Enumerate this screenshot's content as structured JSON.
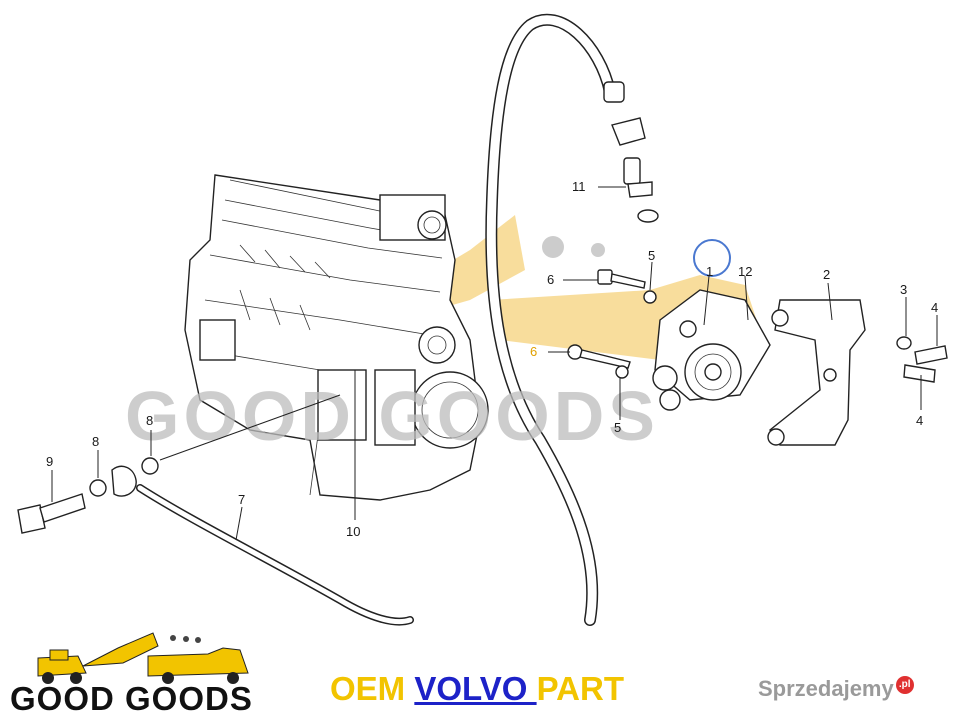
{
  "callouts": [
    "1",
    "2",
    "3",
    "4",
    "4",
    "5",
    "5",
    "6",
    "6",
    "7",
    "8",
    "8",
    "9",
    "10",
    "11",
    "12"
  ],
  "watermark": {
    "text": "GOOD GOODS"
  },
  "footer": {
    "brand_logo_text": "GOOD GOODS",
    "oem_prefix": "OEM ",
    "oem_brand": "VOLVO ",
    "oem_suffix": "PART",
    "site_name": "Sprzedajemy",
    "site_badge": ".pl"
  },
  "colors": {
    "accent_yellow": "#f2c400",
    "brand_blue": "#1d22c8",
    "badge_red": "#e03030",
    "watermark_gray": "#bdbdbd"
  }
}
